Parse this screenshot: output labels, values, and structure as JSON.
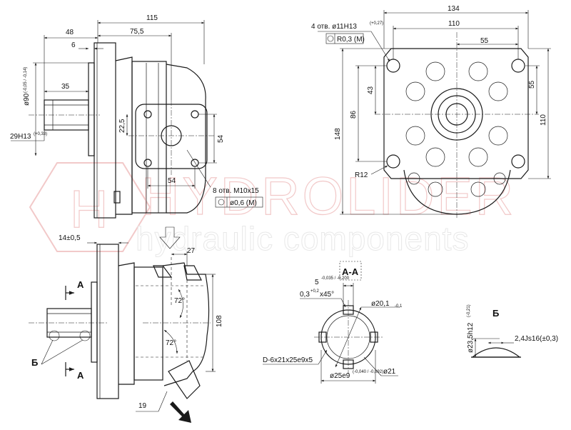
{
  "watermark": {
    "brand": "HYDROLIDER",
    "tagline": "hydraulic components",
    "logo_mark": "H"
  },
  "front_view": {
    "dims": {
      "overall_length": "115",
      "to_port_center": "75,5",
      "flange_offset": "48",
      "flange_thickness": "6",
      "shaft_length": "35",
      "pilot_diameter": "ø90",
      "pilot_diameter_tol": "(-0,05 / -0,14)",
      "shaft_diameter": "29H13",
      "shaft_diameter_tol": "(+0,33)",
      "port_offset_v": "22,5",
      "port_pitch_v": "54",
      "port_pitch_h": "54",
      "port_holes": "8 отв. M10x15",
      "port_holes_tol": "ø0,6 (M)"
    }
  },
  "side_view": {
    "dims": {
      "width_overall": "134",
      "width_holes": "110",
      "half_width": "55",
      "hole_spec": "4 отв. ø11H13",
      "hole_spec_tol": "(+0,27)",
      "position_tol": "R0,3 (M)",
      "height_overall": "148",
      "height_holes": "86",
      "height_upper": "43",
      "right_upper": "55",
      "right_total": "110",
      "corner_radius": "R12"
    }
  },
  "section_view": {
    "dims": {
      "flange_dim": "14±0,5",
      "port_width": "27",
      "height": "108",
      "angle_top": "72°",
      "angle_bottom": "72°",
      "bottom_offset": "19",
      "section_mark": "A",
      "detail_mark": "Б"
    }
  },
  "section_aa": {
    "title": "A-A",
    "dims": {
      "key_width": "5",
      "key_width_tol": "-0,035 / -0,200",
      "chamfer": "0,3",
      "chamfer_tol": "+0,2",
      "chamfer_angle": "x45°",
      "minor_diameter": "ø20,1",
      "minor_diameter_tol": "-0,1",
      "spline": "D-6x21x25e9x5",
      "major_diameter": "ø25e9",
      "major_diameter_tol": "(-0,040 / -0,092)",
      "inner_diameter": "ø21"
    }
  },
  "detail_b": {
    "title": "Б",
    "dims": {
      "diameter": "ø23,5h12",
      "diameter_tol": "(-0,21)",
      "width": "2,4Js16(±0,3)"
    }
  }
}
